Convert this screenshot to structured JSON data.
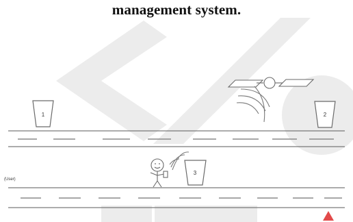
{
  "caption": "management system.",
  "bins": [
    {
      "number": "1"
    },
    {
      "number": "2"
    },
    {
      "number": "3"
    }
  ],
  "user_label": "(User)",
  "icons": {
    "satellite": "satellite-icon",
    "person": "person-icon",
    "signal": "signal-waves-icon"
  },
  "colors": {
    "watermark": "#ececec",
    "line": "#5a5a5a",
    "lane_dash": "#8a8a8a",
    "bin_stroke": "#6a6a6a",
    "accent": "#e24a4a"
  }
}
